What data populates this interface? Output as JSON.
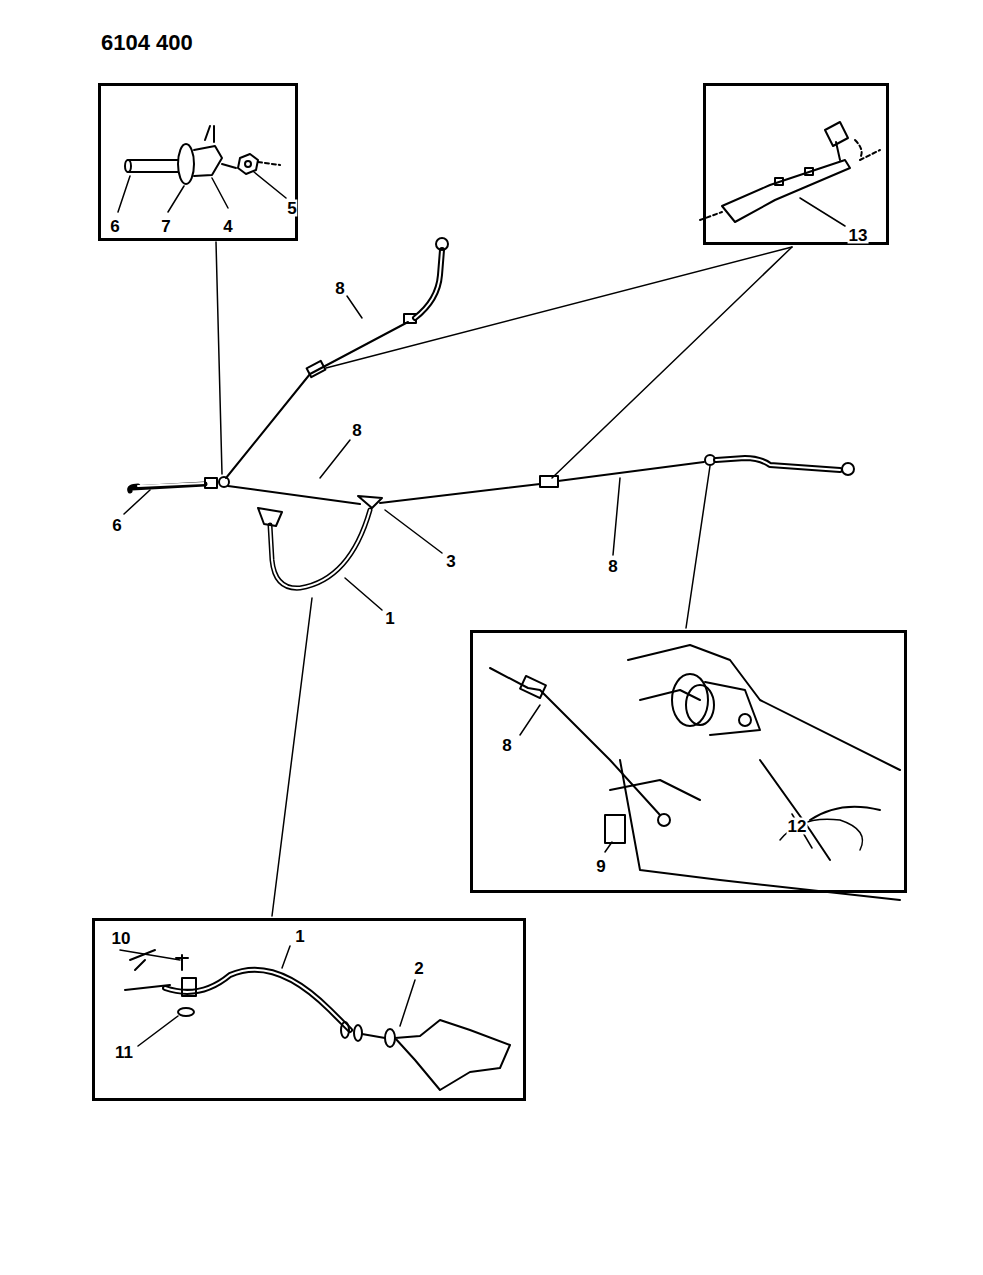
{
  "diagram": {
    "nodes": [
      {
        "text": [
          "6",
          "7",
          "4",
          "5"
        ]
      },
      {
        "text": [
          "13"
        ]
      },
      {
        "text": [
          "8",
          "9",
          "12"
        ]
      },
      {
        "text": [
          "10",
          "2",
          "1",
          "11"
        ]
      }
    ],
    "labels": [
      "6104 400",
      "8",
      "6",
      "8",
      "3",
      "8",
      "1"
    ]
  }
}
